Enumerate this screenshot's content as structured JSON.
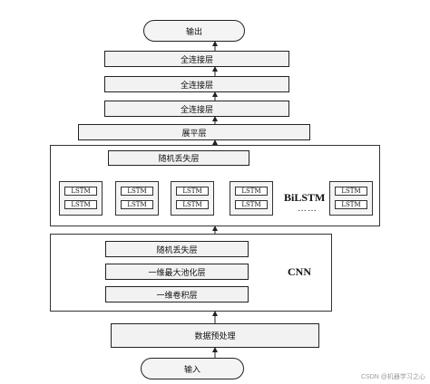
{
  "nodes": {
    "output": "输出",
    "fc1": "全连接层",
    "fc2": "全连接层",
    "fc3": "全连接层",
    "flatten": "展平层",
    "dropout_top": "随机丢失层",
    "dropout_bottom": "随机丢失层",
    "maxpool": "一维最大池化层",
    "conv": "一维卷积层",
    "preprocess": "数据预处理",
    "input": "输入"
  },
  "lstm_label": "LSTM",
  "bilstm_label": "BiLSTM",
  "ellipsis": "……",
  "cnn_label": "CNN",
  "watermark": "CSDN @机器学习之心"
}
